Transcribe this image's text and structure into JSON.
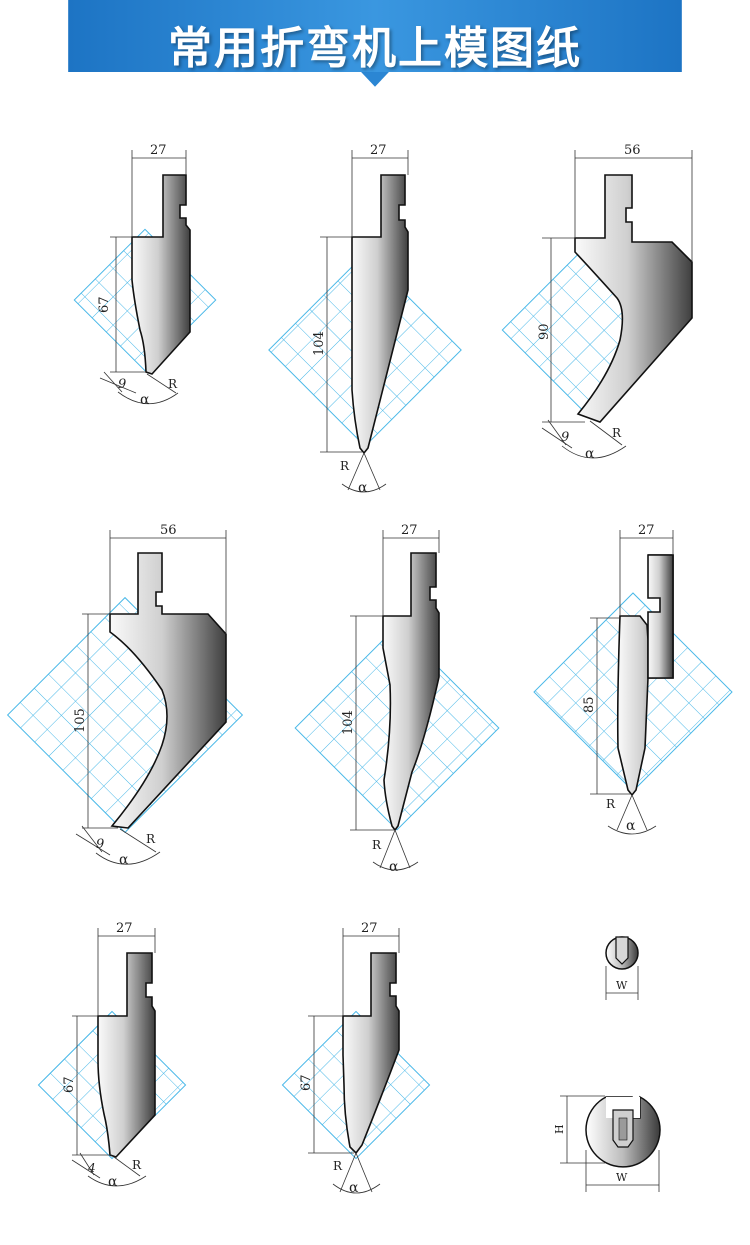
{
  "banner": {
    "title": "常用折弯机上模图纸",
    "bg_color": "#1e7fcf",
    "bg_color_light": "#3d9ae3"
  },
  "colors": {
    "grid": "#49b8e8",
    "steel_dark": "#4a4a4a",
    "steel_light": "#f4f4f4",
    "outline": "#111111",
    "dim_line": "#333333"
  },
  "tools": [
    {
      "id": "t1",
      "width_label": "27",
      "height_label": "67",
      "tip_label": "9",
      "radius_label": "R",
      "angle_label": "α"
    },
    {
      "id": "t2",
      "width_label": "27",
      "height_label": "104",
      "radius_label": "R",
      "angle_label": "α"
    },
    {
      "id": "t3",
      "width_label": "56",
      "height_label": "90",
      "tip_label": "9",
      "radius_label": "R",
      "angle_label": "α"
    },
    {
      "id": "t4",
      "width_label": "56",
      "height_label": "105",
      "tip_label": "9",
      "radius_label": "R",
      "angle_label": "α"
    },
    {
      "id": "t5",
      "width_label": "27",
      "height_label": "104",
      "radius_label": "R",
      "angle_label": "α"
    },
    {
      "id": "t6",
      "width_label": "27",
      "height_label": "85",
      "radius_label": "R",
      "angle_label": "α"
    },
    {
      "id": "t7",
      "width_label": "27",
      "height_label": "67",
      "tip_label": "4",
      "radius_label": "R",
      "angle_label": "α"
    },
    {
      "id": "t8",
      "width_label": "27",
      "height_label": "67",
      "radius_label": "R",
      "angle_label": "α"
    }
  ],
  "accessories": {
    "small_clamp": {
      "width_label": "W"
    },
    "large_clamp": {
      "width_label": "W",
      "height_label": "H"
    }
  }
}
